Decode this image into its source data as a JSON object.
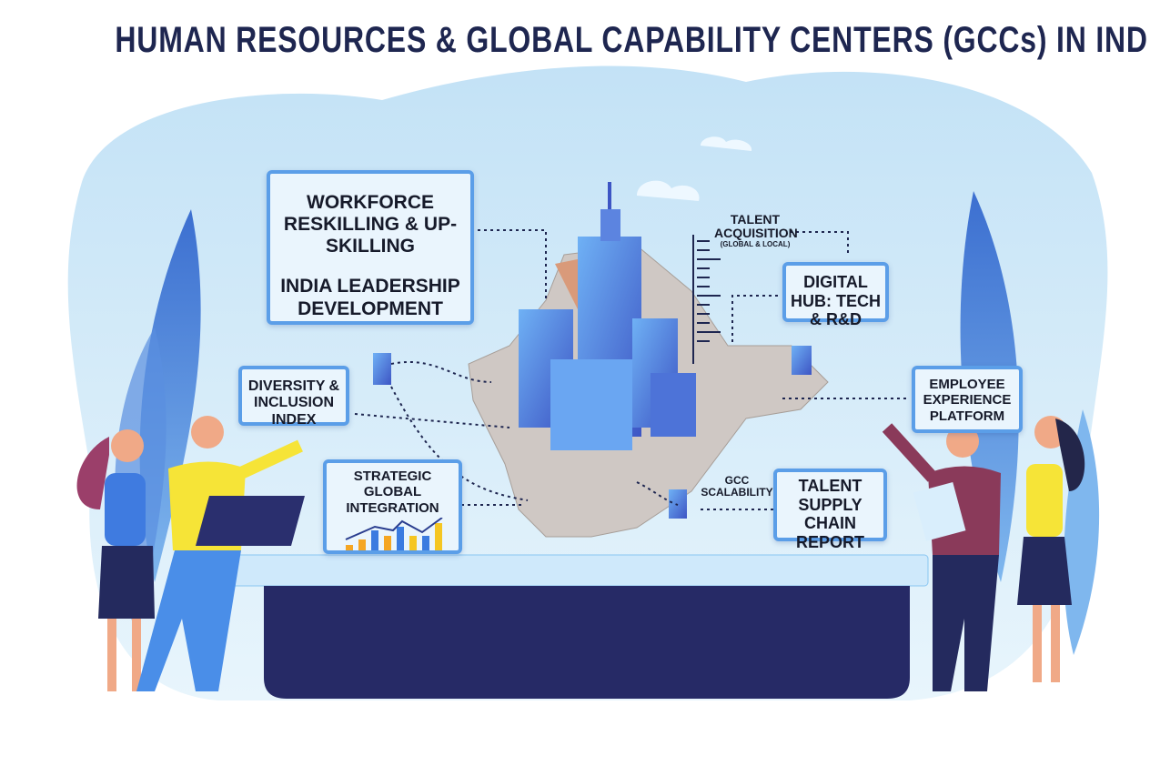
{
  "title": "HUMAN RESOURCES & GLOBAL CAPABILITY CENTERS (GCCs) IN INDIA",
  "cards": {
    "reskilling": "WORKFORCE RESKILLING & UP-SKILLING",
    "leadership": "INDIA LEADERSHIP DEVELOPMENT",
    "diversity": "DIVERSITY & INCLUSION INDEX",
    "strategic": "STRATEGIC GLOBAL INTEGRATION",
    "digital_hub": "DIGITAL HUB: TECH & R&D",
    "employee_experience": "EMPLOYEE EXPERIENCE PLATFORM",
    "talent_supply": "TALENT SUPPLY CHAIN REPORT"
  },
  "labels": {
    "talent_acquisition": "TALENT ACQUISITION",
    "talent_acquisition_sub": "(GLOBAL & LOCAL)",
    "gcc_scalability": "GCC SCALABILITY"
  },
  "colors": {
    "navy": "#1e2650",
    "accent": "#5b9ee8",
    "table": "#262a66"
  }
}
